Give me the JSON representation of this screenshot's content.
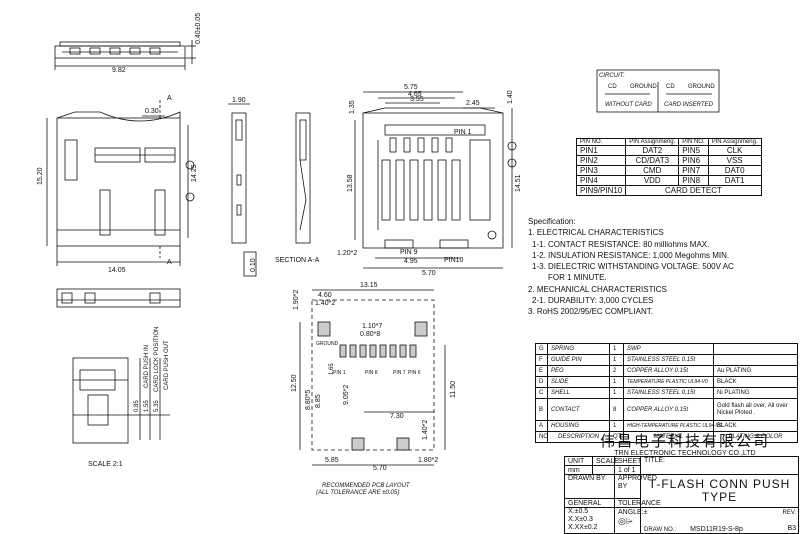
{
  "dims": {
    "top_width": "9.82",
    "top_height": "0.40±0.05",
    "left_dim_030": "0.30",
    "left_height": "15.20",
    "left_inner_height": "14.25",
    "left_width": "14.05",
    "left_mark_a_top": "A",
    "left_mark_a_bottom": "A",
    "side_190": "1.90",
    "flatness_value": "0.10",
    "section_label": "SECTION A-A",
    "right_575": "5.75",
    "right_465": "4.65",
    "right_355": "3.55",
    "right_245": "2.45",
    "right_135": "1.35",
    "right_140": "1.40",
    "right_1358": "13.58",
    "right_1451": "14.51",
    "right_120x2": "1.20*2",
    "right_495": "4.95",
    "right_570": "5.70",
    "pin1_label": "PIN 1",
    "pin9_label": "PIN 9",
    "pin10_label": "PIN10",
    "scale_label": "SCALE 2:1",
    "card_push_in": "CARD PUSH IN",
    "card_lock_position": "CARD LOCK POSITION",
    "card_push_out": "CARD PUSH OUT",
    "push_085": "0.85",
    "push_155": "1.55",
    "push_535": "5.35"
  },
  "pcb": {
    "w_1315": "13.15",
    "d_190x2": "1.90*2",
    "d_140x2_top": "1.40*2",
    "d_460": "4.60",
    "d_110x7": "1.10*7",
    "d_080x8": "0.80*8",
    "ground": "GROUND",
    "d_165": "1.65",
    "d_1250": "12.50",
    "d_880": "8.80*5",
    "d_885": "8.85",
    "d_1150": "11.50",
    "d_930": "9.05*2",
    "d_730": "7.30",
    "d_140x2_r": "1.40*2",
    "d_585": "5.85",
    "d_570": "5.70",
    "d_180x2": "1.80*2",
    "pin1": "PIN 1",
    "pin8": "PIN 8",
    "pin7": "PIN 7",
    "pin6": "PIN 6",
    "caption": "RECOMMENDED PCB LAYOUT",
    "tolerance": "(ALL TOLERANCE ARE ±0.05)"
  },
  "circuit": {
    "title": "CIRCUIT:",
    "cd": "CD",
    "ground": "GROUND",
    "without": "WITHOUT CARD",
    "inserted": "CARD INSERTED"
  },
  "pin_table": {
    "headers": [
      "PIN NO.",
      "PIN Assignmeng.",
      "PIN NO.",
      "PIN Assignmeng."
    ],
    "rows": [
      [
        "PIN1",
        "DAT2",
        "PIN5",
        "CLK"
      ],
      [
        "PIN2",
        "CD/DAT3",
        "PIN6",
        "VSS"
      ],
      [
        "PIN3",
        "CMD",
        "PIN7",
        "DAT0"
      ],
      [
        "PIN4",
        "VDD",
        "PIN8",
        "DAT1"
      ]
    ],
    "last_pin": "PIN9/PIN10",
    "last_assign": "CARD DETECT"
  },
  "spec": {
    "title": "Specification:",
    "lines": [
      "1. ELECTRICAL CHARACTERISTICS",
      "1-1. CONTACT RESISTANCE: 80 milliohms   MAX.",
      "1-2. INSULATION RESISTANCE: 1,000 Megohms MIN.",
      "1-3. DIELECTRIC WITHSTANDING VOLTAGE: 500V AC",
      "FOR 1 MINUTE.",
      "2. MECHANICAL CHARACTERISTICS",
      "2-1. DURABILITY: 3,000 CYCLES",
      "3. RoHS 2002/95/EC COMPLIANT."
    ]
  },
  "bom": {
    "rows": [
      [
        "G",
        "SPRING",
        "1",
        "SWP",
        ""
      ],
      [
        "F",
        "GUIDE PIN",
        "1",
        "STAINLESS STEEL 0.15t",
        ""
      ],
      [
        "E",
        "PEG",
        "2",
        "COPPER ALLOY 0.15t",
        "Au PLATING"
      ],
      [
        "D",
        "SLIDE",
        "1",
        "TEMPERATURE PLASTIC UL94-V0",
        "BLACK"
      ],
      [
        "C",
        "SHELL",
        "1",
        "STAINLESS STEEL 0.15t",
        "Ni PLATING"
      ],
      [
        "B",
        "CONTACT",
        "8",
        "COPPER ALLOY 0.15t",
        "Gold flash all over, All over Nickel Ploted ."
      ],
      [
        "A",
        "HOUSING",
        "1",
        "HIGH-TEMPERATURE PLASTIC UL94-V0",
        "BLACK"
      ]
    ],
    "header": [
      "NO",
      "DESCRIPTION",
      "QTY",
      "MATERIAL",
      "PLATING & COLOR"
    ]
  },
  "title_block": {
    "company_cn": "伟昌电子科技有限公司",
    "company_en": "TRN ELECTRONIC TECHNOLOGY CO.,LTD",
    "unit": "UNIT",
    "scale": "SCALE",
    "sheet": "SHEET",
    "title_label": "TITLE:",
    "unit_val": "mm",
    "sheet_val": "1 of 1",
    "drawn_by": "DRAWN BY",
    "approved_by": "APPROVED BY",
    "title_line1": "T-FLASH CONN PUSH",
    "title_line2": "TYPE",
    "general": "GENERAL",
    "tolerance": "TOLERANCE",
    "tol1": "X.±0.5",
    "tol2": "X.X±0.3",
    "tol3": "X.XX±0.2",
    "angle": "ANGLE:±",
    "draw_no_label": "DRAW NO.:",
    "draw_no": "MSD11R19-S-8p",
    "rev_label": "REV.",
    "rev": "B3"
  }
}
